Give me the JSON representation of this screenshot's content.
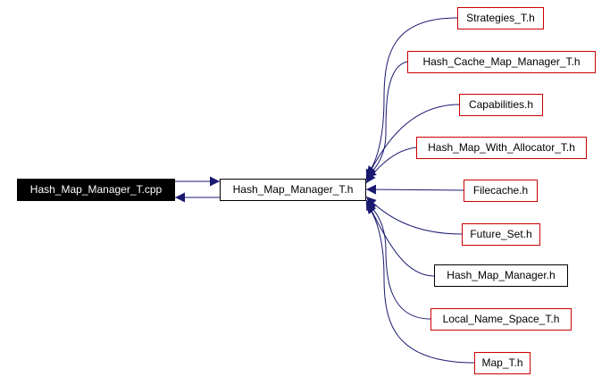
{
  "colors": {
    "edge": "#191970",
    "node_border_default": "#cc0000",
    "node_border_plain": "#000000",
    "selected_fill": "#000000",
    "selected_text": "#ffffff"
  },
  "nodes": {
    "source": {
      "label": "Hash_Map_Manager_T.cpp"
    },
    "center": {
      "label": "Hash_Map_Manager_T.h"
    },
    "strategies": {
      "label": "Strategies_T.h"
    },
    "hash_cache": {
      "label": "Hash_Cache_Map_Manager_T.h"
    },
    "capabilities": {
      "label": "Capabilities.h"
    },
    "with_allocator": {
      "label": "Hash_Map_With_Allocator_T.h"
    },
    "filecache": {
      "label": "Filecache.h"
    },
    "future_set": {
      "label": "Future_Set.h"
    },
    "hash_map_manager": {
      "label": "Hash_Map_Manager.h"
    },
    "local_name_space": {
      "label": "Local_Name_Space_T.h"
    },
    "map": {
      "label": "Map_T.h"
    }
  }
}
